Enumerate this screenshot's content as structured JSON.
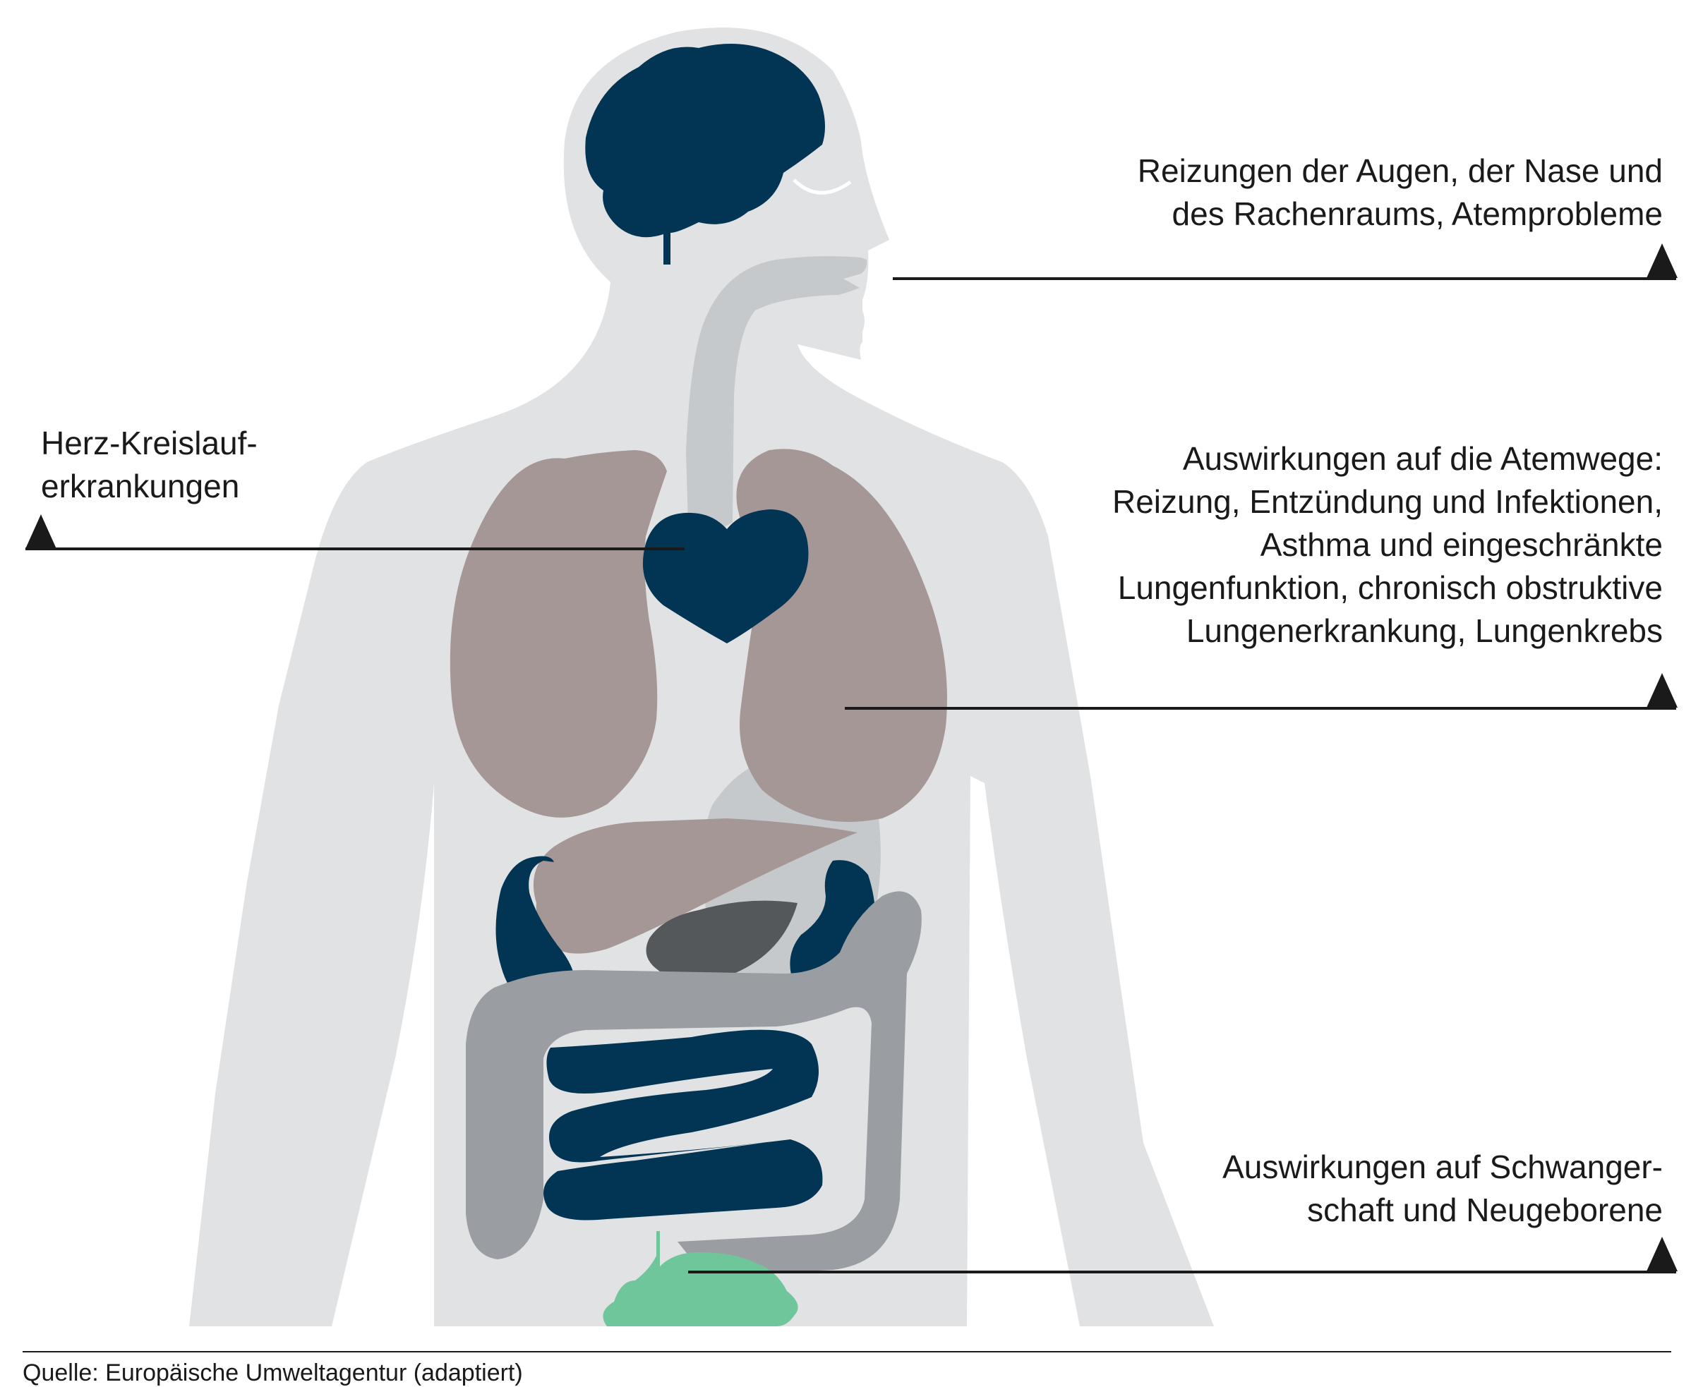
{
  "colors": {
    "body_silhouette": "#e1e2e4",
    "airway": "#c5c9cc",
    "brain": "#023453",
    "heart": "#023453",
    "lungs": "#a59795",
    "liver": "#a59795",
    "kidneys": "#023453",
    "spleen": "#54585b",
    "large_intestine": "#9a9ea2",
    "small_intestine": "#023453",
    "bladder": "#6fc69b",
    "leader_line": "#1a1a1a"
  },
  "annotations": {
    "eyes_nose_throat": {
      "lines": [
        "Reizungen der Augen, der Nase und",
        "des Rachenraums, Atemprobleme"
      ]
    },
    "respiratory": {
      "lines": [
        "Auswirkungen auf die Atemwege:",
        "Reizung, Entzündung und Infektionen,",
        "Asthma und eingeschränkte",
        "Lungenfunktion, chronisch obstruktive",
        "Lungenerkrankung, Lungenkrebs"
      ]
    },
    "cardiovascular": {
      "lines": [
        "Herz-Kreislauf-",
        "erkrankungen"
      ]
    },
    "pregnancy": {
      "lines": [
        "Auswirkungen auf Schwanger-",
        "schaft und Neugeborene"
      ]
    }
  },
  "source": "Quelle: Europäische Umweltagentur (adaptiert)"
}
